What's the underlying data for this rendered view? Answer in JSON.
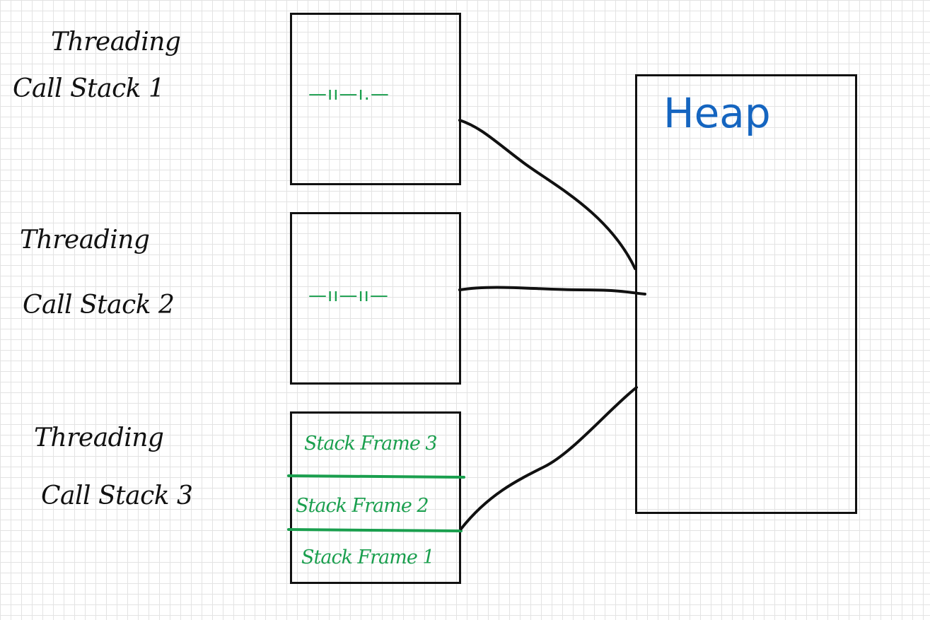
{
  "stacks": [
    {
      "label_line1": "Threading",
      "label_line2": "Call Stack 1",
      "placeholder": "—ıı—ı.—"
    },
    {
      "label_line1": "Threading",
      "label_line2": "Call Stack 2",
      "placeholder": "—ıı—ıı—"
    },
    {
      "label_line1": "Threading",
      "label_line2": "Call Stack 3"
    }
  ],
  "frames": [
    "Stack Frame 3",
    "Stack Frame 2",
    "Stack Frame 1"
  ],
  "heap": {
    "label": "Heap"
  },
  "colors": {
    "ink": "#111111",
    "green": "#1a9f4e",
    "blue": "#1565c0"
  }
}
